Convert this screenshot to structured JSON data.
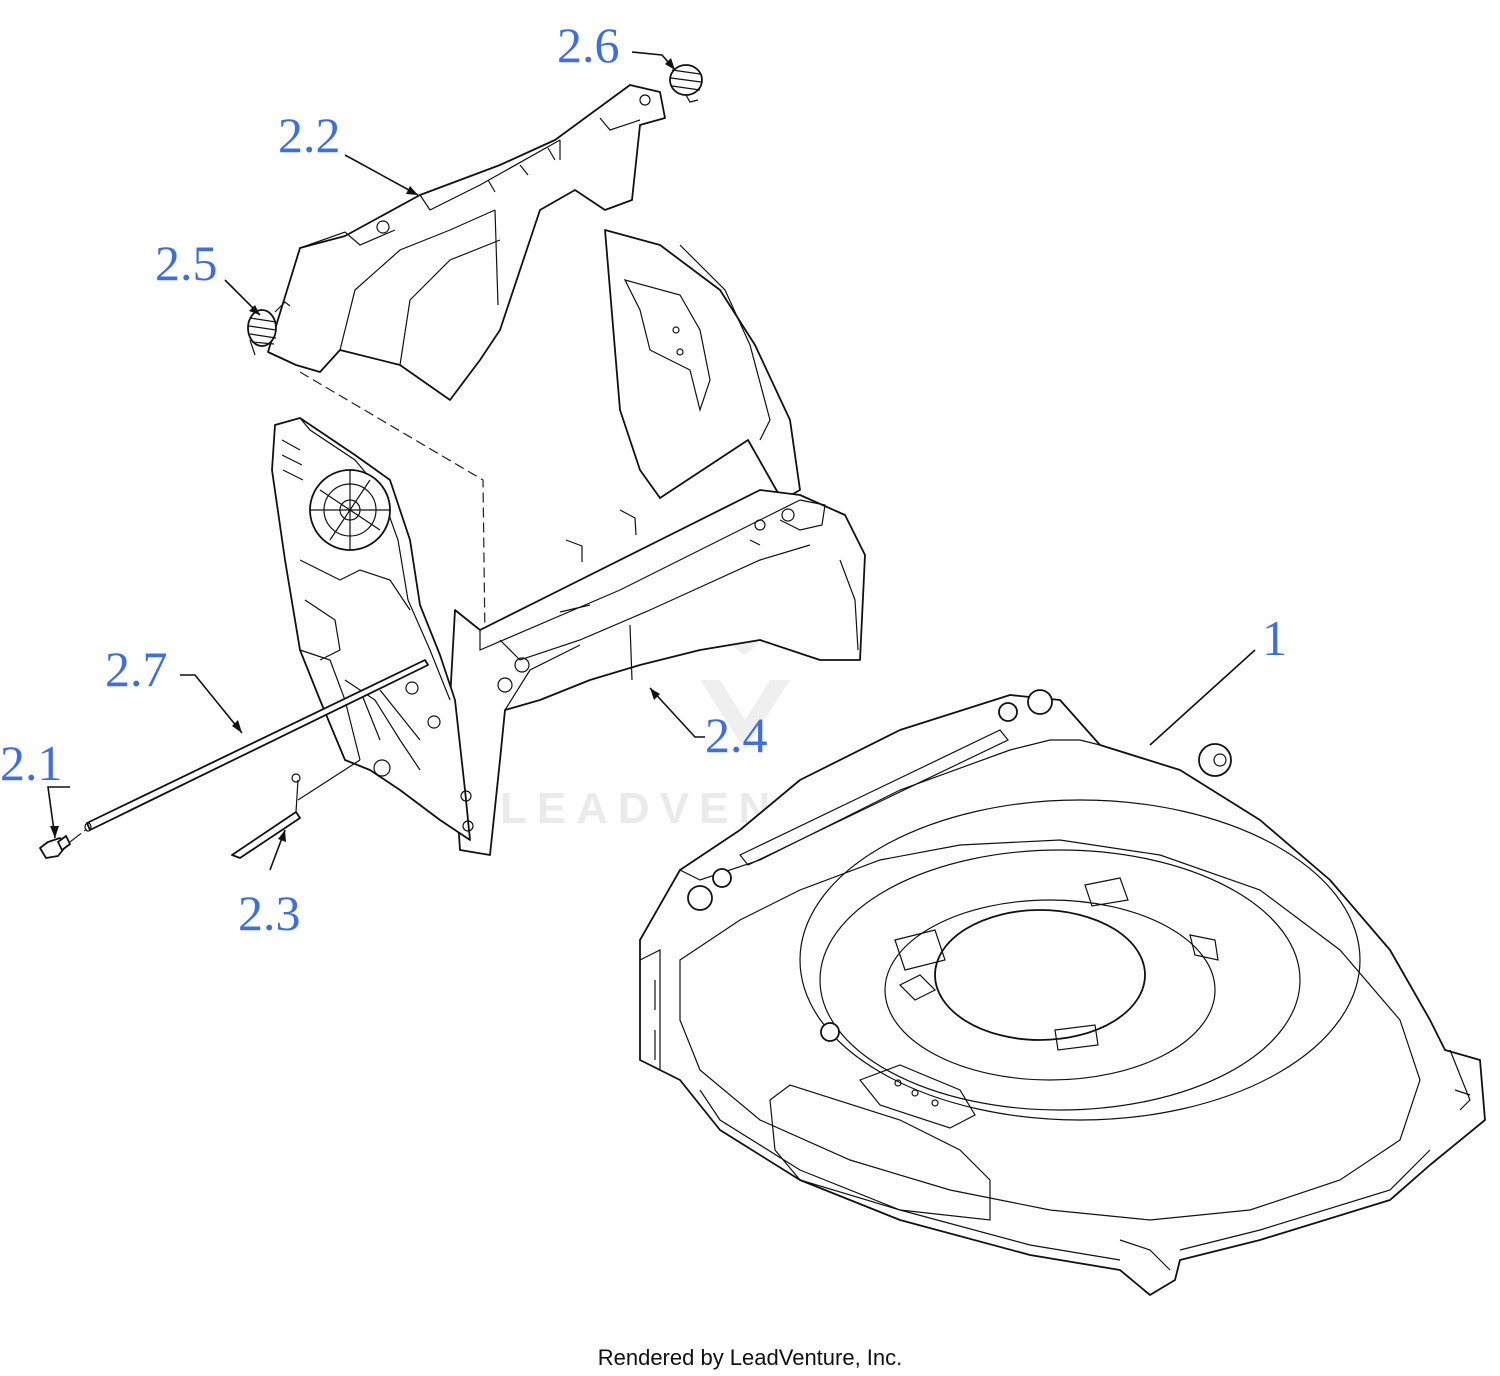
{
  "diagram": {
    "callouts": [
      {
        "id": "c-1",
        "label": "1"
      },
      {
        "id": "c-2-1",
        "label": "2.1"
      },
      {
        "id": "c-2-2",
        "label": "2.2"
      },
      {
        "id": "c-2-3",
        "label": "2.3"
      },
      {
        "id": "c-2-4",
        "label": "2.4"
      },
      {
        "id": "c-2-5",
        "label": "2.5"
      },
      {
        "id": "c-2-6",
        "label": "2.6"
      },
      {
        "id": "c-2-7",
        "label": "2.7"
      }
    ],
    "watermark": "LEADVENTURE",
    "label_color": "#3f6fd8"
  },
  "footer": {
    "text": "Rendered by LeadVenture, Inc."
  }
}
